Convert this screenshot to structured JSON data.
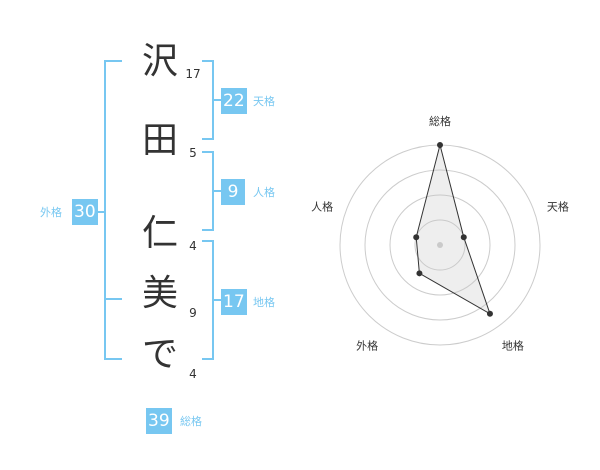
{
  "name_chars": [
    "沢",
    "田",
    "仁",
    "美",
    "で"
  ],
  "strokes": [
    "17",
    "5",
    "4",
    "9",
    "4"
  ],
  "kaku": {
    "tenkaku": {
      "value": "22",
      "label": "天格"
    },
    "jinkaku": {
      "value": "9",
      "label": "人格"
    },
    "chikaku": {
      "value": "17",
      "label": "地格"
    },
    "gaikaku": {
      "value": "30",
      "label": "外格"
    },
    "soukaku": {
      "value": "39",
      "label": "総格"
    }
  },
  "colors": {
    "accent": "#77c7f1",
    "text": "#333333",
    "grid": "#cccccc"
  },
  "chart_data": {
    "type": "radar",
    "categories": [
      "総格",
      "天格",
      "地格",
      "外格",
      "人格"
    ],
    "values": [
      1.0,
      0.25,
      0.85,
      0.35,
      0.25
    ],
    "range": [
      0,
      1
    ],
    "rings": 4
  }
}
